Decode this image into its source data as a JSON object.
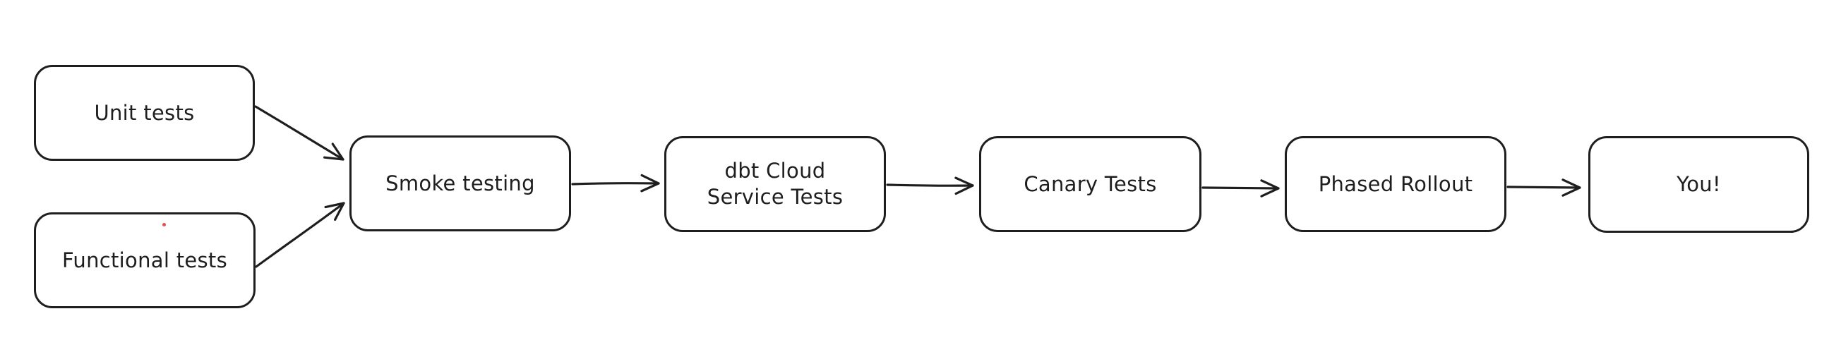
{
  "diagram": {
    "type": "flowchart",
    "nodes": [
      {
        "id": "unit-tests",
        "label": "Unit tests"
      },
      {
        "id": "functional-tests",
        "label": "Functional tests"
      },
      {
        "id": "smoke-testing",
        "label": "Smoke testing"
      },
      {
        "id": "dbt-cloud-service-tests",
        "label": "dbt Cloud Service Tests",
        "lines": [
          "dbt Cloud",
          "Service Tests"
        ]
      },
      {
        "id": "canary-tests",
        "label": "Canary Tests"
      },
      {
        "id": "phased-rollout",
        "label": "Phased Rollout"
      },
      {
        "id": "you",
        "label": "You!"
      }
    ],
    "edges": [
      {
        "from": "unit-tests",
        "to": "smoke-testing"
      },
      {
        "from": "functional-tests",
        "to": "smoke-testing"
      },
      {
        "from": "smoke-testing",
        "to": "dbt-cloud-service-tests"
      },
      {
        "from": "dbt-cloud-service-tests",
        "to": "canary-tests"
      },
      {
        "from": "canary-tests",
        "to": "phased-rollout"
      },
      {
        "from": "phased-rollout",
        "to": "you"
      }
    ],
    "colors": {
      "stroke": "#1e1e1e",
      "node_fill": "#ffffff",
      "canvas": "#ffffff",
      "artifact_dot": "#e03131"
    }
  }
}
